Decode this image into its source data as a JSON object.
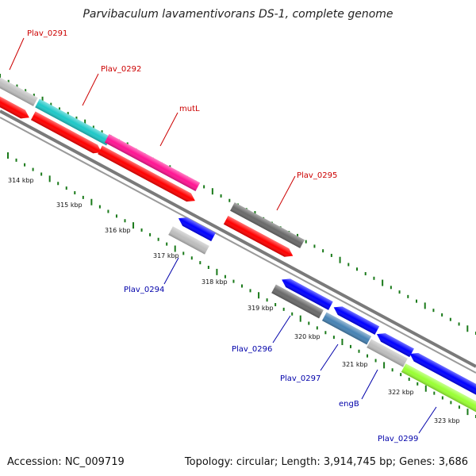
{
  "title": "Parvibaculum lavamentivorans DS-1, complete genome",
  "footer": {
    "accession": "Accession: NC_009719",
    "summary": "Topology: circular; Length: 3,914,745 bp; Genes: 3,686"
  },
  "colors": {
    "forward_label": "#cc0000",
    "reverse_label": "#0000aa",
    "backbone": "#808080",
    "tick": "#1a7a1a",
    "cds_red": "#ff0000",
    "cds_blue": "#0000ff",
    "cyan": "#1ec8c8",
    "magenta": "#ff1493",
    "light_gray": "#bdbdbd",
    "dark_gray": "#6a6a6a",
    "steel_blue": "#4682b4",
    "lime": "#99ff33"
  },
  "ticks": [
    "314 kbp",
    "315 kbp",
    "316 kbp",
    "317 kbp",
    "318 kbp",
    "319 kbp",
    "320 kbp",
    "321 kbp",
    "322 kbp",
    "323 kbp"
  ],
  "gene_labels": [
    {
      "text": "Plav_0291",
      "strand": "forward"
    },
    {
      "text": "Plav_0292",
      "strand": "forward"
    },
    {
      "text": "mutL",
      "strand": "forward"
    },
    {
      "text": "Plav_0295",
      "strand": "forward"
    },
    {
      "text": "Plav_0294",
      "strand": "reverse"
    },
    {
      "text": "Plav_0296",
      "strand": "reverse"
    },
    {
      "text": "Plav_0297",
      "strand": "reverse"
    },
    {
      "text": "engB",
      "strand": "reverse"
    },
    {
      "text": "Plav_0299",
      "strand": "reverse"
    }
  ]
}
